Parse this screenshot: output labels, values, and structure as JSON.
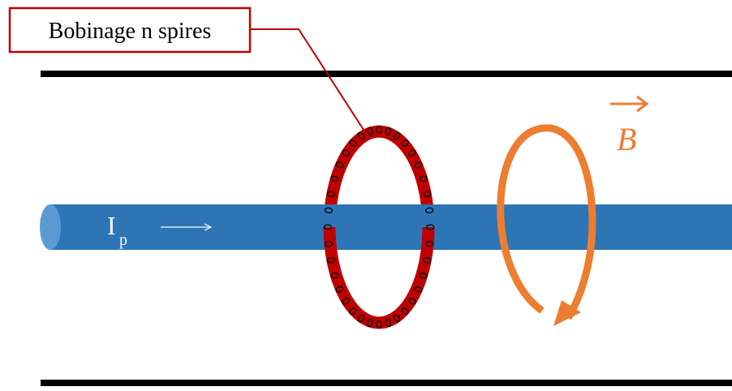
{
  "label_box": {
    "text": "Bobinage n spires"
  },
  "current": {
    "symbol": "I",
    "subscript": "p"
  },
  "field": {
    "symbol": "B"
  },
  "colors": {
    "rail": "#000000",
    "conductor": "#2e75b6",
    "conductor_end": "#5b9bd5",
    "coil": "#c00000",
    "coil_turns": "#000000",
    "field": "#ed7d31",
    "label_border": "#c00000",
    "current_text": "#ffffff"
  }
}
